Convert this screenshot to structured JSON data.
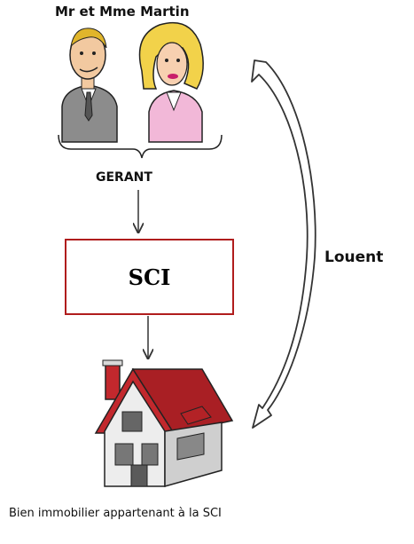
{
  "owners": {
    "title": "Mr et Mme Martin"
  },
  "role_label": "GERANT",
  "company": {
    "label": "SCI"
  },
  "relation_label": "Louent",
  "property": {
    "caption": "Bien immobilier appartenant  à la SCI"
  },
  "colors": {
    "box_border": "#b01d1d",
    "roof": "#c2282d",
    "wall": "#e9e9e9",
    "arrow": "#333333"
  }
}
